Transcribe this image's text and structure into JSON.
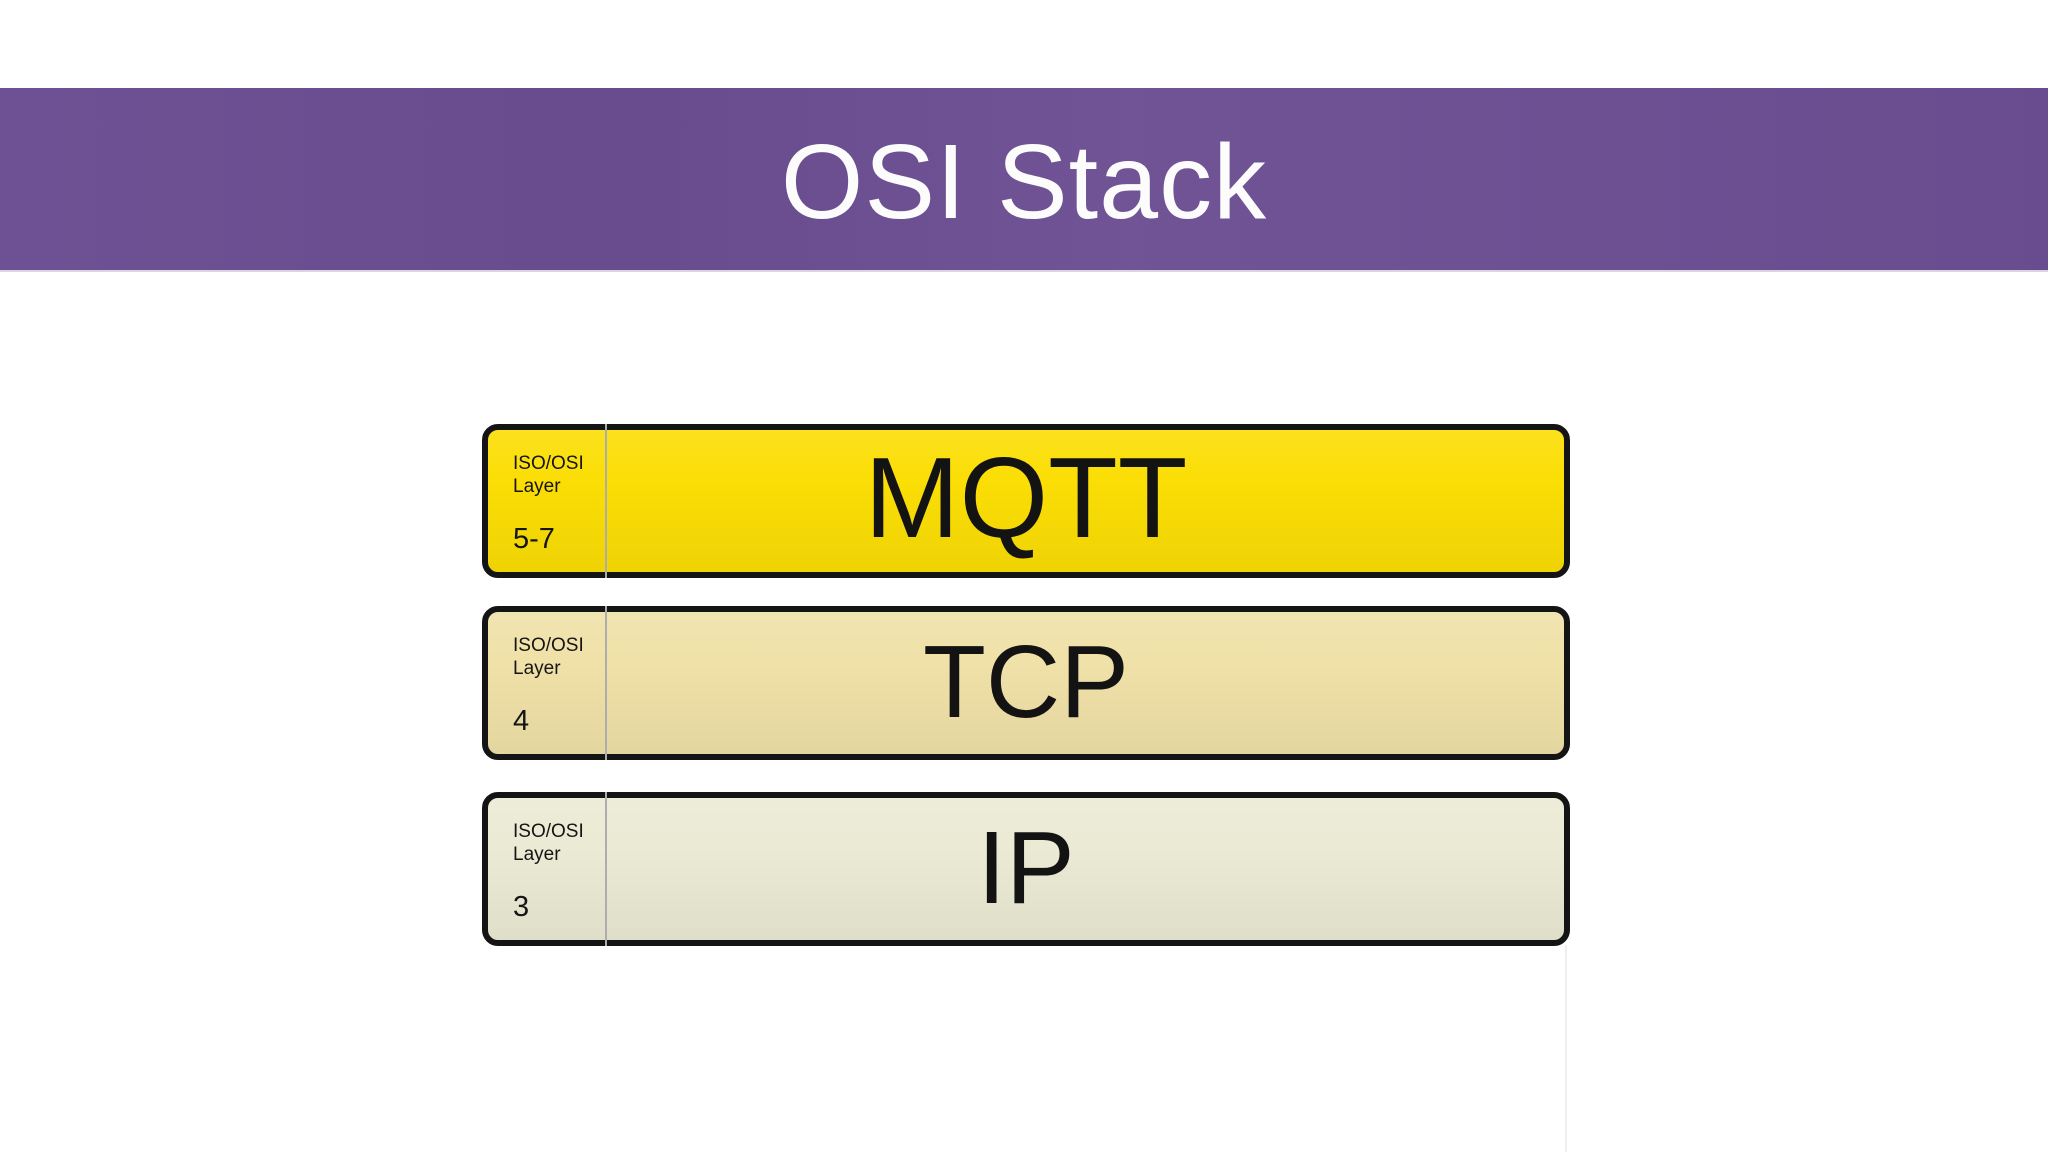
{
  "slide": {
    "title": "OSI Stack",
    "colors": {
      "banner_purple": "#6B4E92",
      "title_text": "#FCFCFC",
      "box_border_black": "#141414",
      "divider_gray": "#ADADAD",
      "background_white": "#FFFFFF"
    },
    "layers": [
      {
        "label_line1": "ISO/OSI",
        "label_line2": "Layer",
        "layer_number": "5-7",
        "protocol": "MQTT",
        "fill": "#FBDE05"
      },
      {
        "label_line1": "ISO/OSI",
        "label_line2": "Layer",
        "layer_number": "4",
        "protocol": "TCP",
        "fill": "#F0E1A8"
      },
      {
        "label_line1": "ISO/OSI",
        "label_line2": "Layer",
        "layer_number": "3",
        "protocol": "IP",
        "fill": "#EBEAD4"
      }
    ]
  }
}
